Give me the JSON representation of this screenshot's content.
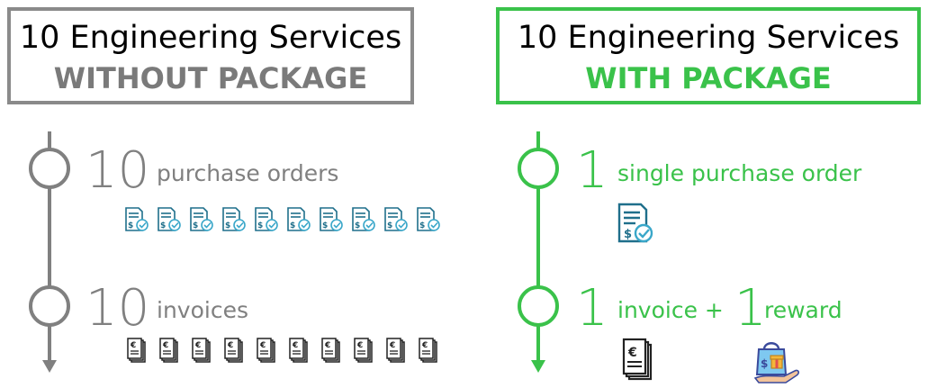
{
  "left": {
    "title_line1": "10 Engineering Services",
    "title_line2": "WITHOUT PACKAGE",
    "items": [
      {
        "number": "10",
        "label": "purchase orders",
        "icon": "purchase-order-icon",
        "icon_count": 10
      },
      {
        "number": "10",
        "label": "invoices",
        "icon": "euro-invoice-icon",
        "icon_count": 10
      }
    ]
  },
  "right": {
    "title_line1": "10 Engineering Services",
    "title_line2": "WITH PACKAGE",
    "items": [
      {
        "number": "1",
        "label": "single purchase order",
        "icon": "purchase-order-icon"
      },
      {
        "number": "1",
        "label": "invoice + ",
        "number2": "1",
        "label2": "reward",
        "icons": [
          "euro-invoice-icon",
          "reward-gift-bag-icon"
        ]
      }
    ]
  },
  "colors": {
    "gray": "#808080",
    "gray_border": "#8a8a8a",
    "green": "#3ac24a",
    "icon_blue": "#1f6f8b",
    "icon_teal": "#3aa7c9",
    "dark": "#222222"
  }
}
